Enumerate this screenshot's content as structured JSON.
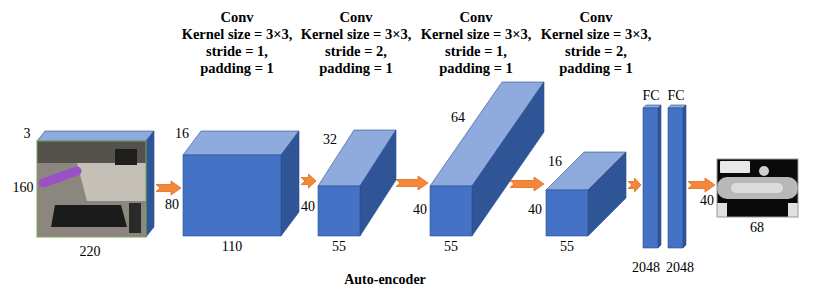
{
  "diagram": {
    "caption": "Auto-encoder",
    "nodes": [
      {
        "text": [
          "3",
          "160",
          "220"
        ]
      },
      {
        "text": [
          "16",
          "80",
          "110"
        ]
      },
      {
        "text": [
          "32",
          "40",
          "55"
        ]
      },
      {
        "text": [
          "64",
          "40",
          "55"
        ]
      },
      {
        "text": [
          "16",
          "40",
          "55"
        ]
      },
      {
        "text": [
          "FC",
          "2048"
        ]
      },
      {
        "text": [
          "FC",
          "2048"
        ]
      },
      {
        "text": [
          "40",
          "68"
        ]
      }
    ],
    "edges": [
      {
        "from": 0,
        "to": 1,
        "arrow": "to"
      },
      {
        "from": 1,
        "to": 2,
        "arrow": "to"
      },
      {
        "from": 2,
        "to": 3,
        "arrow": "to"
      },
      {
        "from": 3,
        "to": 4,
        "arrow": "to"
      },
      {
        "from": 4,
        "to": 5,
        "arrow": "to"
      },
      {
        "from": 6,
        "to": 7,
        "arrow": "to"
      }
    ],
    "labels": [
      "Conv",
      "Kernel size = 3×3, stride = 1, padding = 1",
      "Conv",
      "Kernel size = 3×3, stride = 2, padding = 1",
      "Conv",
      "Kernel size = 3×3, stride = 1, padding = 1",
      "Conv",
      "Kernel size = 3×3, stride = 2, padding = 1"
    ]
  }
}
